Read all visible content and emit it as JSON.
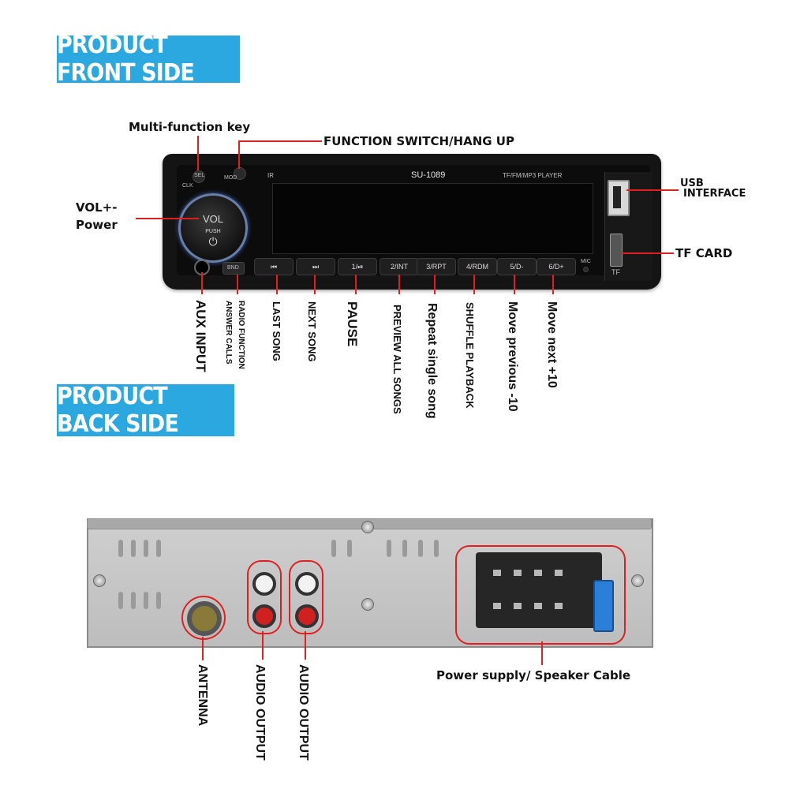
{
  "front": {
    "banner": "PRODUCT FRONT SIDE",
    "labels": {
      "multi_function_key": "Multi-function key",
      "function_switch": "FUNCTION SWITCH/HANG UP",
      "vol_line1": "VOL+-",
      "vol_line2": "Power",
      "usb_line1": "USB",
      "usb_line2": "INTERFACE",
      "tf_card": "TF CARD"
    },
    "bottom_labels": {
      "aux_input": "AUX INPUT",
      "radio_line1": "RADIO FUNCTION",
      "radio_line2": "ANSWER CALLS",
      "last_song": "LAST SONG",
      "next_song": "NEXT SONG",
      "pause": "PAUSE",
      "preview": "PREVIEW ALL SONGS",
      "repeat": "Repeat single song",
      "shuffle": "SHUFFLE PLAYBACK",
      "move_prev": "Move previous -10",
      "move_next": "Move next +10"
    },
    "device": {
      "model": "SU-1089",
      "player_tag": "TF/FM/MP3 PLAYER",
      "ir": "IR",
      "clk": "CLK",
      "sel": "SEL",
      "mod": "MOD",
      "vol": "VOL",
      "push": "PUSH",
      "band": "BND",
      "mic": "MIC",
      "tf": "TF",
      "buttons": [
        "⏮",
        "⏭",
        "1/⏯",
        "2/INT",
        "3/RPT",
        "4/RDM",
        "5/D-",
        "6/D+"
      ]
    }
  },
  "back": {
    "banner": "PRODUCT BACK SIDE",
    "labels": {
      "power_supply": "Power supply/ Speaker Cable",
      "antenna": "ANTENNA",
      "audio_output_1": "AUDIO OUTPUT",
      "audio_output_2": "AUDIO OUTPUT"
    }
  },
  "colors": {
    "banner": "#2aa8df",
    "leader": "#e02020"
  }
}
